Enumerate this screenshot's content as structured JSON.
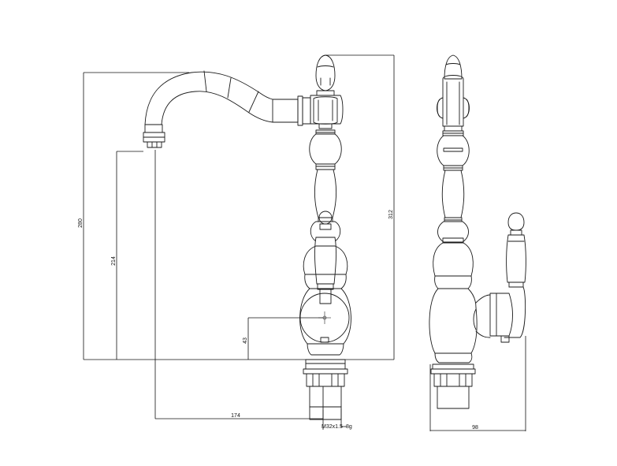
{
  "dimensions": {
    "overall_height": "280",
    "total_height": "312",
    "spout_height": "214",
    "lever_height": "43",
    "spout_reach": "174",
    "thread": "M32x1.5",
    "thread_suffix": "8g",
    "base_depth": "98"
  },
  "colors": {
    "line": "#1a1a1a",
    "background": "#ffffff"
  }
}
